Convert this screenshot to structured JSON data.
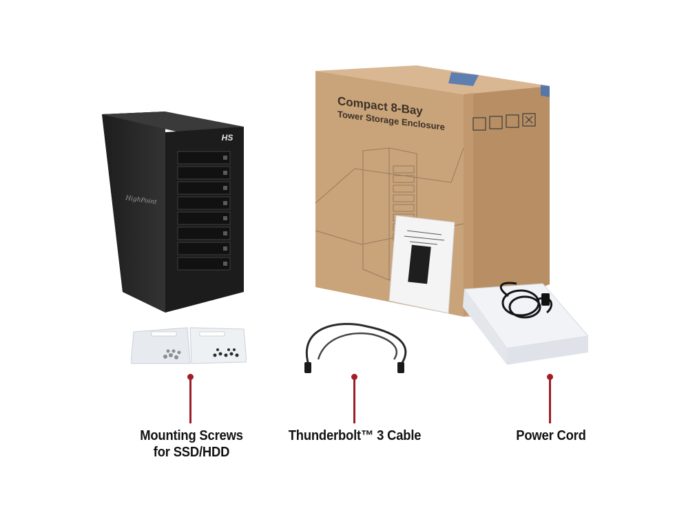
{
  "box_print": {
    "line1": "Compact 8-Bay",
    "line2": "Tower Storage Enclosure"
  },
  "tower_logo": "HS",
  "labels": {
    "screws": [
      "Mounting Screws",
      "for SSD/HDD"
    ],
    "cable": "Thunderbolt™ 3 Cable",
    "power": "Power Cord"
  },
  "colors": {
    "marker": "#9b1c24",
    "cardboard": "#c9a37a",
    "tower": "#1f1f1f",
    "label_text": "#111111"
  },
  "icons": [
    "screw-bag-icon",
    "usb-c-cable-icon",
    "power-cord-box-icon",
    "storage-tower-icon",
    "cardboard-box-icon"
  ]
}
